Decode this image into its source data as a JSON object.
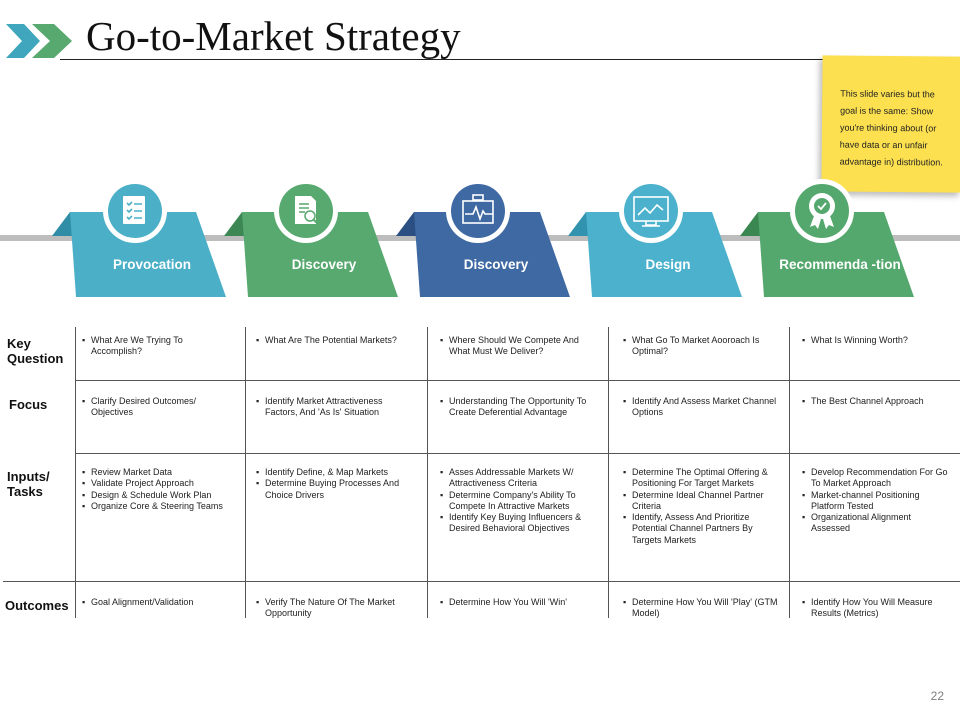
{
  "slide": {
    "title": "Go-to-Market Strategy",
    "page_number": "22"
  },
  "note": {
    "text": "This slide varies but the goal is the same: Show you're thinking about (or have data or an unfair advantage in) distribution."
  },
  "stages": [
    {
      "label": "Provocation",
      "icon": "checklist-icon",
      "color": "#4bafc8"
    },
    {
      "label": "Discovery",
      "icon": "document-search-icon",
      "color": "#57a96f"
    },
    {
      "label": "Discovery",
      "icon": "monitor-heartbeat-icon",
      "color": "#3e69a3"
    },
    {
      "label": "Design",
      "icon": "chart-screen-icon",
      "color": "#4bb1cc"
    },
    {
      "label": "Recommenda -tion",
      "icon": "award-badge-icon",
      "color": "#55a86d"
    }
  ],
  "rows": [
    {
      "label": "Key Question"
    },
    {
      "label": "Focus"
    },
    {
      "label": "Inputs/ Tasks"
    },
    {
      "label": "Outcomes"
    }
  ],
  "cells": [
    [
      [
        "What Are We Trying To Accomplish?"
      ],
      [
        "What Are The Potential Markets?"
      ],
      [
        "Where Should We Compete And What Must We Deliver?"
      ],
      [
        "What Go To Market Aooroach Is Optimal?"
      ],
      [
        "What Is Winning Worth?"
      ]
    ],
    [
      [
        "Clarify Desired Outcomes/ Objectives"
      ],
      [
        "Identify Market Attractiveness Factors, And 'As Is' Situation"
      ],
      [
        "Understanding The Opportunity To Create Deferential Advantage"
      ],
      [
        "Identify And Assess Market Channel Options"
      ],
      [
        "The Best Channel Approach"
      ]
    ],
    [
      [
        "Review Market Data",
        "Validate Project Approach",
        "Design & Schedule Work Plan",
        "Organize Core & Steering Teams"
      ],
      [
        "Identify Define, & Map Markets",
        "Determine Buying Processes And Choice Drivers"
      ],
      [
        "Asses Addressable Markets W/ Attractiveness Criteria",
        "Determine Company's Ability To Compete In Attractive Markets",
        "Identify Key Buying Influencers & Desired Behavioral Objectives"
      ],
      [
        "Determine The Optimal Offering & Positioning For Target Markets",
        "Determine Ideal Channel Partner Criteria",
        "Identify, Assess And Prioritize Potential Channel Partners By Targets Markets"
      ],
      [
        "Develop Recommendation For Go To Market Approach",
        "Market-channel Positioning Platform Tested",
        "Organizational Alignment Assessed"
      ]
    ],
    [
      [
        "Goal Alignment/Validation"
      ],
      [
        "Verify The Nature Of The Market Opportunity"
      ],
      [
        "Determine How You Will 'Win'"
      ],
      [
        "Determine How You Will 'Play' (GTM Model)"
      ],
      [
        "Identify How You Will Measure Results (Metrics)"
      ]
    ]
  ]
}
